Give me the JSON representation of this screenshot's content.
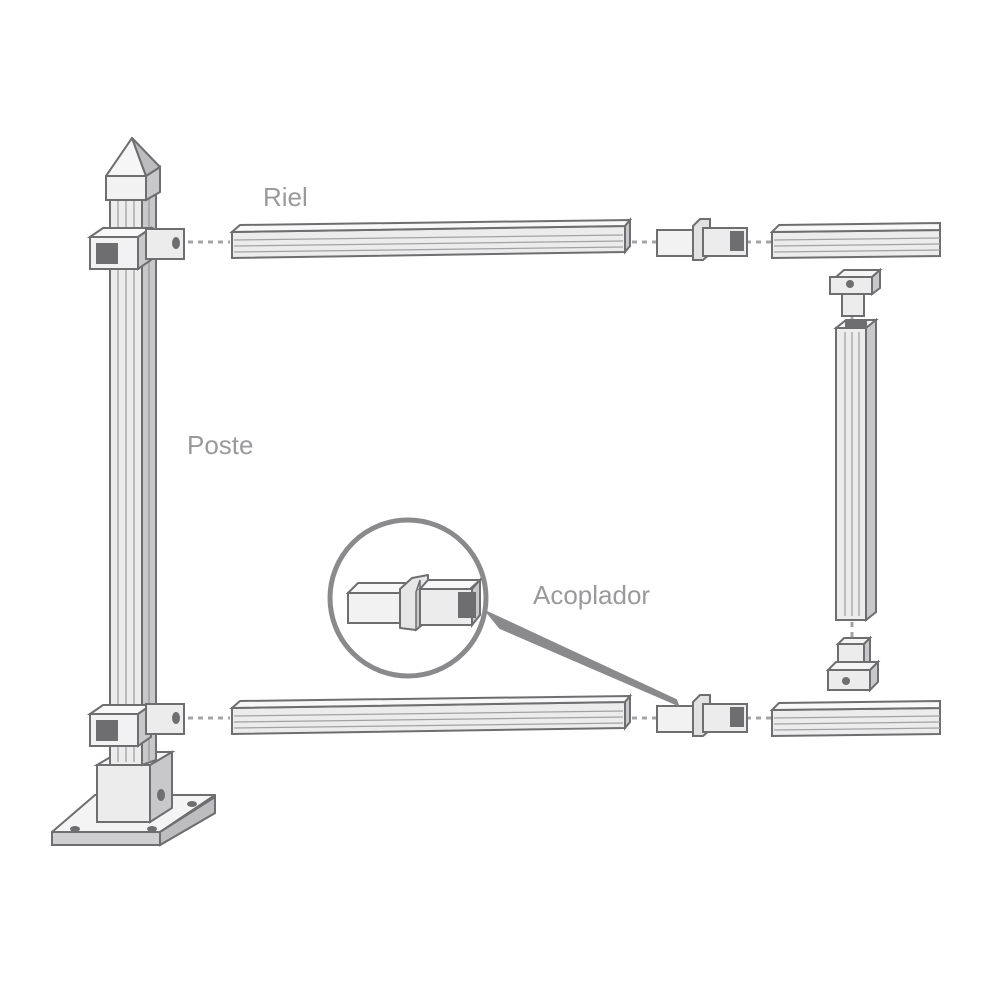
{
  "labels": {
    "rail": "Riel",
    "post": "Poste",
    "coupler": "Acoplador"
  },
  "colors": {
    "line": "#6e6e70",
    "fill": "#ececed",
    "light": "#f8f8f8",
    "shade": "#bfbfc1",
    "dark": "#8d8d90",
    "label": "#9a9a9c",
    "magnifier_ring": "#8a8a8c",
    "magnifier_fill": "#ffffff"
  }
}
